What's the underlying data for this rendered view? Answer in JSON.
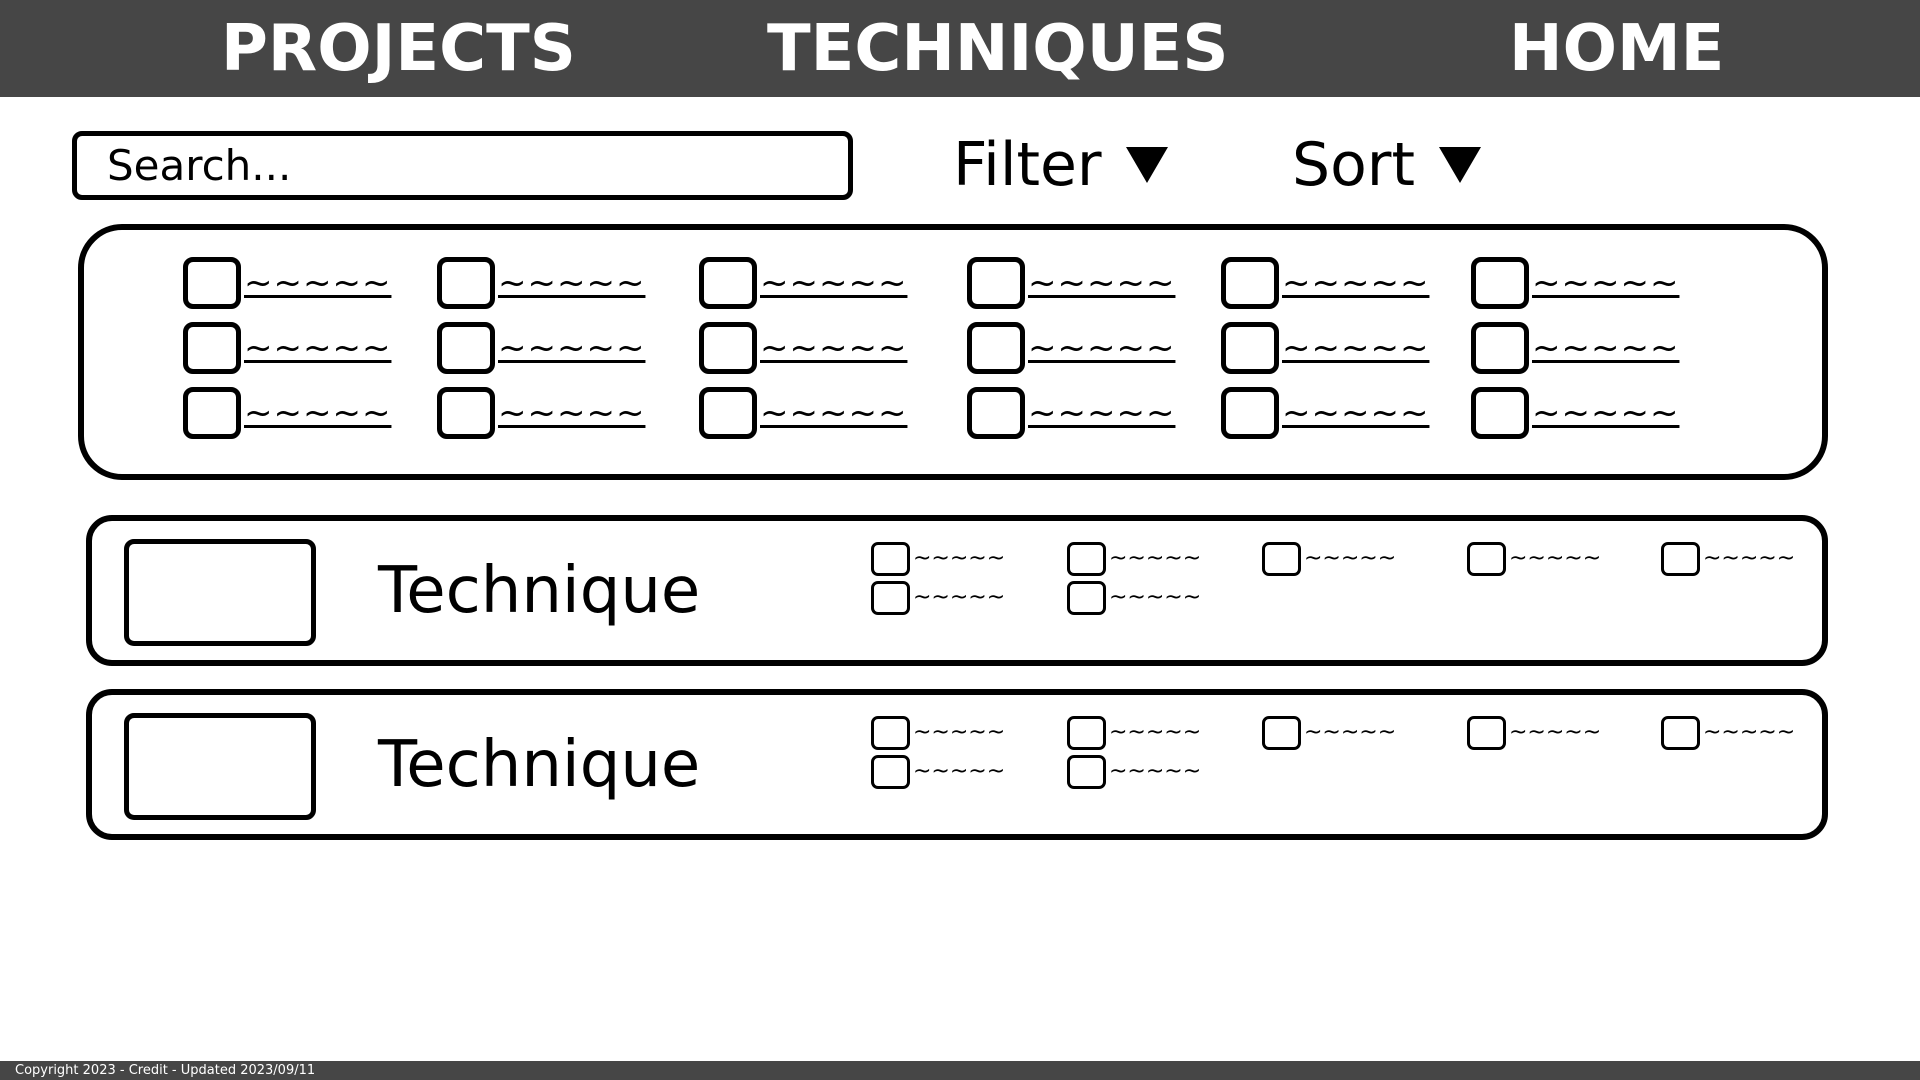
{
  "nav": {
    "projects": "PROJECTS",
    "techniques": "TECHNIQUES",
    "home": "HOME"
  },
  "search": {
    "placeholder": "Search..."
  },
  "toolbar": {
    "filter_label": "Filter",
    "sort_label": "Sort"
  },
  "filter_options": [
    "~~~~~",
    "~~~~~",
    "~~~~~",
    "~~~~~",
    "~~~~~",
    "~~~~~",
    "~~~~~",
    "~~~~~",
    "~~~~~",
    "~~~~~",
    "~~~~~",
    "~~~~~",
    "~~~~~",
    "~~~~~",
    "~~~~~",
    "~~~~~",
    "~~~~~",
    "~~~~~"
  ],
  "cards": [
    {
      "title": "Technique",
      "tags": [
        "~~~~~",
        "~~~~~",
        "~~~~~",
        "~~~~~",
        "~~~~~",
        "~~~~~",
        "~~~~~"
      ]
    },
    {
      "title": "Technique",
      "tags": [
        "~~~~~",
        "~~~~~",
        "~~~~~",
        "~~~~~",
        "~~~~~",
        "~~~~~",
        "~~~~~"
      ]
    }
  ],
  "footer": {
    "text": "Copyright 2023 - Credit - Updated 2023/09/11"
  },
  "colors": {
    "nav_background": "#464646",
    "nav_text": "#ffffff",
    "page_background": "#ffffff",
    "outline": "#000000"
  },
  "icons": {
    "dropdown": "caret-down-icon",
    "checkbox": "checkbox-icon",
    "thumbnail": "image-placeholder-icon"
  }
}
